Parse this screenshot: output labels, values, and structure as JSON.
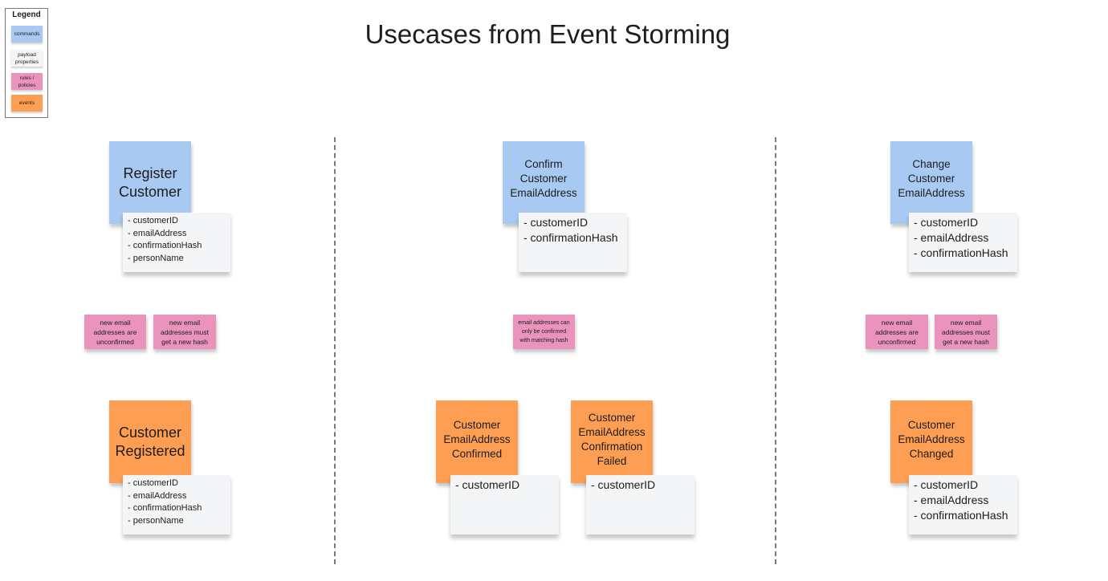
{
  "title": "Usecases from Event Storming",
  "legend": {
    "title": "Legend",
    "items": [
      {
        "label": "commands",
        "color": "#a7c9f2"
      },
      {
        "label": "payload properties",
        "color": "#f4f5f6"
      },
      {
        "label": "rules / policies",
        "color": "#ea93bd"
      },
      {
        "label": "events",
        "color": "#fd9e52"
      }
    ]
  },
  "columns": [
    {
      "command": "Register Customer",
      "command_payload": [
        "- customerID",
        "- emailAddress",
        "- confirmationHash",
        "- personName"
      ],
      "rules": [
        "new email addresses are unconfirmed",
        "new email addresses must get a new hash"
      ],
      "events": [
        {
          "label": "Customer Registered",
          "payload": [
            "- customerID",
            "- emailAddress",
            "- confirmationHash",
            "- personName"
          ]
        }
      ]
    },
    {
      "command": "Confirm Customer EmailAddress",
      "command_payload": [
        "- customerID",
        "- confirmationHash"
      ],
      "rules": [
        "email addresses can only be confirmed with matching hash"
      ],
      "events": [
        {
          "label": "Customer EmailAddress Confirmed",
          "payload": [
            "- customerID"
          ]
        },
        {
          "label": "Customer EmailAddress Confirmation Failed",
          "payload": [
            "- customerID"
          ]
        }
      ]
    },
    {
      "command": "Change Customer EmailAddress",
      "command_payload": [
        "- customerID",
        "- emailAddress",
        "- confirmationHash"
      ],
      "rules": [
        "new email addresses are unconfirmed",
        "new email addresses must get a new hash"
      ],
      "events": [
        {
          "label": "Customer EmailAddress Changed",
          "payload": [
            "- customerID",
            "- emailAddress",
            "- confirmationHash"
          ]
        }
      ]
    }
  ]
}
